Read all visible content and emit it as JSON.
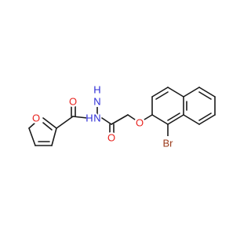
{
  "molecule": {
    "atoms": {
      "furan_oxygen": "O",
      "carbonyl_oxygen_top": "O",
      "nh_top": "H",
      "nh_top_n": "N",
      "nh_bottom": "H",
      "nh_bottom_n": "N",
      "carbonyl_oxygen_bottom": "O",
      "ether_oxygen": "O",
      "bromine": "Br"
    },
    "colors": {
      "bond": "#1a1a1a",
      "oxygen": "#e8231f",
      "nitrogen": "#2b2bd6",
      "bromine": "#9b3a1a"
    }
  }
}
